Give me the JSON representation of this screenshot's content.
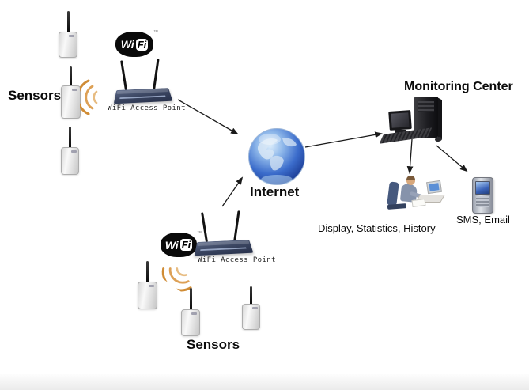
{
  "diagram_type": "wireless-sensor-network-architecture",
  "labels": {
    "sensors_top": "Sensors",
    "sensors_bottom": "Sensors",
    "ap_top": "WiFi Access Point",
    "ap_bottom": "WiFi Access Point",
    "internet": "Internet",
    "monitoring_center": "Monitoring Center",
    "display_statistics_history": "Display, Statistics, History",
    "sms_email": "SMS, Email"
  },
  "wifi_logo": {
    "wi": "Wi",
    "fi": "Fi",
    "tm": "™"
  },
  "icons": {
    "sensor": "sensor-device-icon",
    "wifi_waves": "wifi-signal-waves-icon",
    "access_point": "wifi-access-point-icon",
    "globe": "internet-globe-icon",
    "computer": "desktop-computer-icon",
    "operator": "operator-at-desk-icon",
    "phone": "mobile-phone-icon"
  },
  "colors": {
    "background": "#ffffff",
    "wave_orange": "#d08c35",
    "globe_blue": "#3b6ccb",
    "access_point_navy": "#3c4763",
    "arrow": "#1a1a1a",
    "label_text": "#0a0a0a"
  },
  "connections": [
    {
      "from": "wifi-access-point-top",
      "to": "internet"
    },
    {
      "from": "wifi-access-point-bottom",
      "to": "internet"
    },
    {
      "from": "internet",
      "to": "monitoring-center"
    },
    {
      "from": "monitoring-center",
      "to": "display-statistics-history"
    },
    {
      "from": "monitoring-center",
      "to": "sms-email"
    }
  ]
}
